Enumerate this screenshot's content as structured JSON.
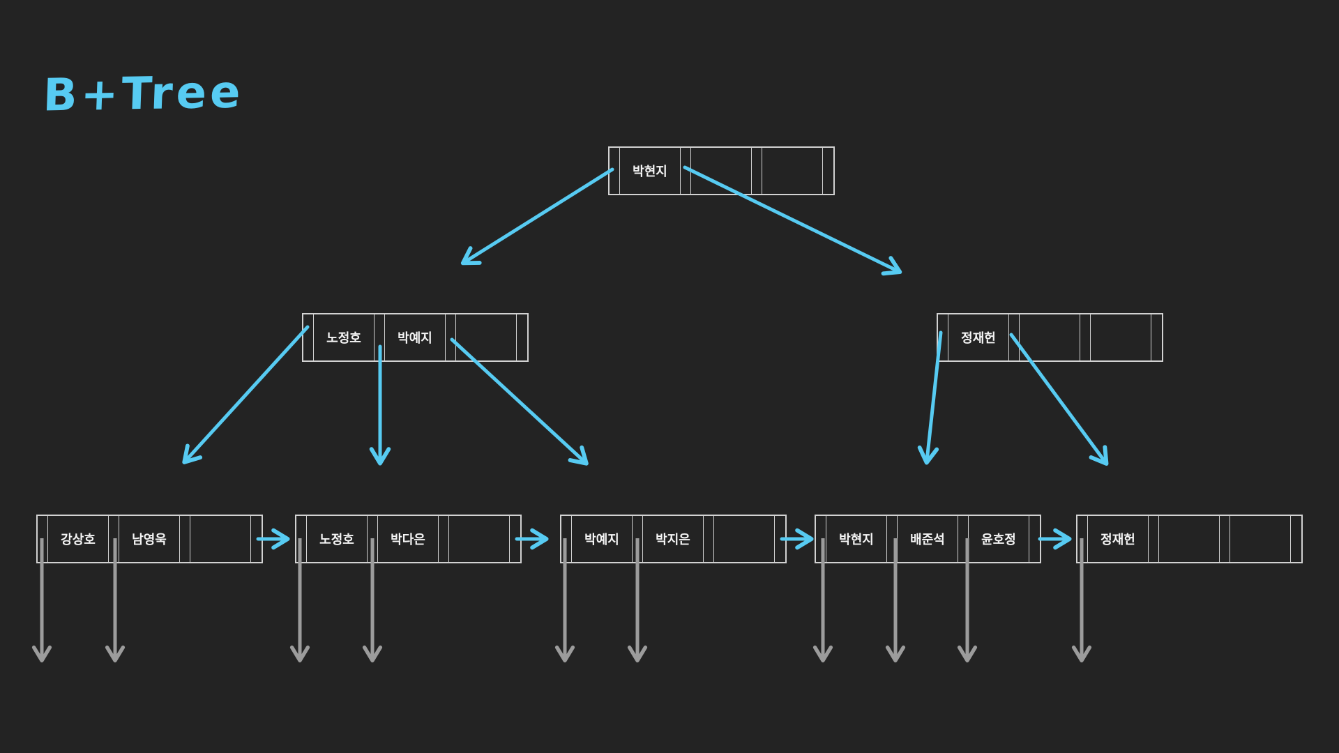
{
  "title": "B+Tree",
  "colors": {
    "background": "#232323",
    "accent": "#57CBF2",
    "node_border": "#D2D2D2",
    "key_text": "#F5F5F5",
    "record_pointer_arrow": "#9C9C9C"
  },
  "tree": {
    "nodes": [
      {
        "id": "root",
        "level": "root",
        "keys": [
          "박현지",
          "",
          ""
        ]
      },
      {
        "id": "internal-left",
        "level": "internal",
        "keys": [
          "노정호",
          "박예지",
          ""
        ]
      },
      {
        "id": "internal-right",
        "level": "internal",
        "keys": [
          "정재헌",
          "",
          ""
        ]
      },
      {
        "id": "leaf-1",
        "level": "leaf",
        "keys": [
          "강상호",
          "남영욱",
          ""
        ]
      },
      {
        "id": "leaf-2",
        "level": "leaf",
        "keys": [
          "노정호",
          "박다은",
          ""
        ]
      },
      {
        "id": "leaf-3",
        "level": "leaf",
        "keys": [
          "박예지",
          "박지은",
          ""
        ]
      },
      {
        "id": "leaf-4",
        "level": "leaf",
        "keys": [
          "박현지",
          "배준석",
          "윤호정"
        ]
      },
      {
        "id": "leaf-5",
        "level": "leaf",
        "keys": [
          "정재헌",
          "",
          ""
        ]
      }
    ],
    "leaf_link_order": [
      "leaf-1",
      "leaf-2",
      "leaf-3",
      "leaf-4",
      "leaf-5"
    ]
  }
}
